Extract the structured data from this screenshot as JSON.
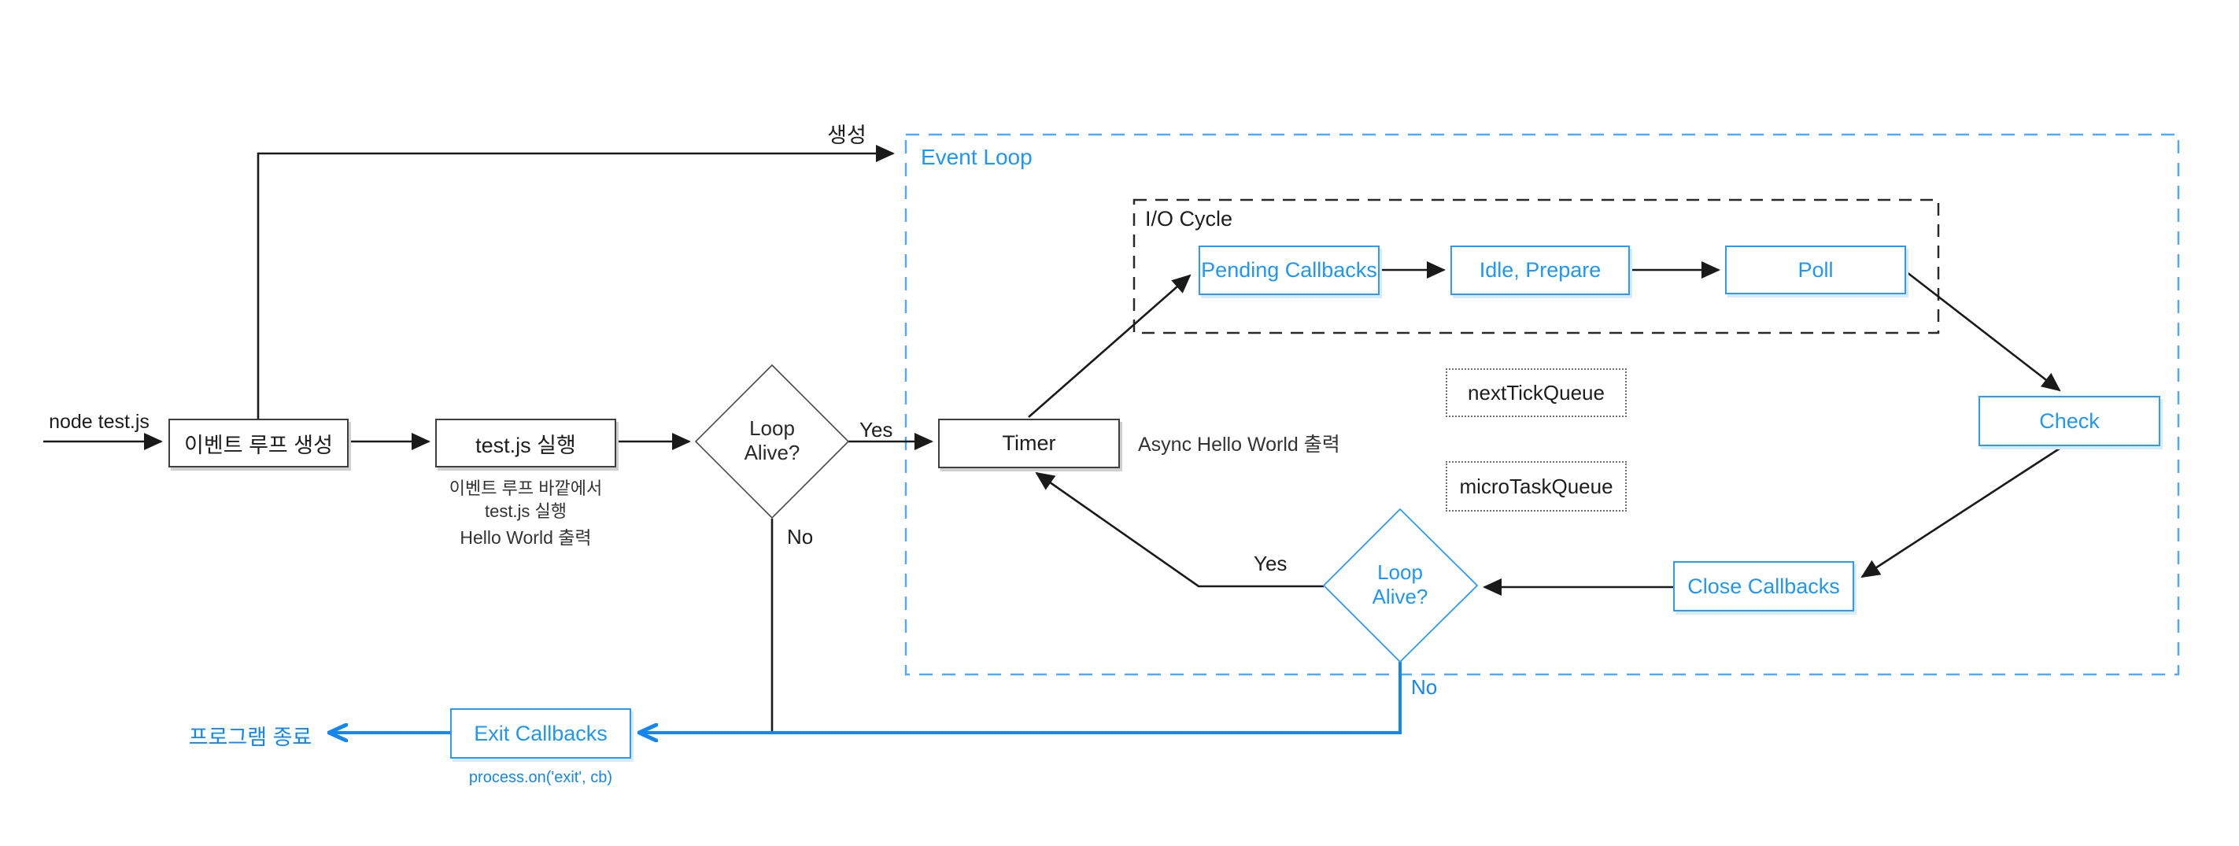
{
  "diagram_type": "flowchart",
  "subject": "Node.js event loop execution flow for test.js",
  "annotations": {
    "start": "node test.js",
    "create": "생성",
    "event_loop": "Event Loop",
    "io_cycle": "I/O Cycle",
    "run_note_line1": "이벤트 루프 바깥에서",
    "run_note_line2": "test.js 실행",
    "hello_world": "Hello World 출력",
    "async_hello": "Async Hello World 출력",
    "process_on": "process.on('exit', cb)",
    "program_exit": "프로그램 종료"
  },
  "nodes": {
    "create_event_loop": {
      "label": "이벤트 루프 생성",
      "style": "dark"
    },
    "run_testjs": {
      "label": "test.js 실행",
      "style": "dark"
    },
    "timer": {
      "label": "Timer",
      "style": "dark"
    },
    "pending_callbacks": {
      "label": "Pending Callbacks",
      "style": "blue"
    },
    "idle_prepare": {
      "label": "Idle, Prepare",
      "style": "blue"
    },
    "poll": {
      "label": "Poll",
      "style": "blue"
    },
    "check": {
      "label": "Check",
      "style": "blue"
    },
    "close_callbacks": {
      "label": "Close Callbacks",
      "style": "blue"
    },
    "exit_callbacks": {
      "label": "Exit Callbacks",
      "style": "blue"
    },
    "next_tick_queue": {
      "label": "nextTickQueue",
      "style": "dotted"
    },
    "micro_task_queue": {
      "label": "microTaskQueue",
      "style": "dotted"
    }
  },
  "decisions": {
    "loop_alive_outer": {
      "line1": "Loop",
      "line2": "Alive?",
      "yes": "Yes",
      "no": "No",
      "color": "black"
    },
    "loop_alive_inner": {
      "line1": "Loop",
      "line2": "Alive?",
      "yes": "Yes",
      "no": "No",
      "color": "blue"
    }
  },
  "edges": [
    {
      "from": "start",
      "to": "create_event_loop"
    },
    {
      "from": "create_event_loop",
      "to": "run_testjs"
    },
    {
      "from": "create_event_loop",
      "to": "event_loop",
      "label": "생성"
    },
    {
      "from": "run_testjs",
      "to": "loop_alive_outer"
    },
    {
      "from": "loop_alive_outer",
      "to": "timer",
      "label": "Yes"
    },
    {
      "from": "loop_alive_outer",
      "to": "exit_callbacks",
      "label": "No"
    },
    {
      "from": "timer",
      "to": "pending_callbacks"
    },
    {
      "from": "pending_callbacks",
      "to": "idle_prepare"
    },
    {
      "from": "idle_prepare",
      "to": "poll"
    },
    {
      "from": "poll",
      "to": "check"
    },
    {
      "from": "check",
      "to": "close_callbacks"
    },
    {
      "from": "close_callbacks",
      "to": "loop_alive_inner"
    },
    {
      "from": "loop_alive_inner",
      "to": "timer",
      "label": "Yes"
    },
    {
      "from": "loop_alive_inner",
      "to": "exit_callbacks",
      "label": "No"
    },
    {
      "from": "exit_callbacks",
      "to": "program_exit"
    }
  ],
  "colors": {
    "accent_blue": "#2196f3",
    "flow_blue": "#1486f0",
    "dash_blue": "#55a8f2",
    "line_black": "#1a1a1a"
  }
}
